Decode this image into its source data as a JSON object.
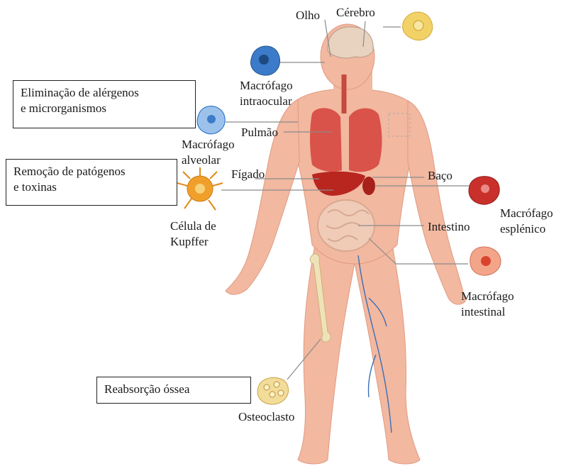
{
  "boxes": {
    "allergens": [
      "Eliminação de alérgenos",
      "e microrganismos"
    ],
    "pathogens": [
      "Remoção de patógenos",
      "e toxinas"
    ],
    "bone": "Reabsorção óssea"
  },
  "labels": {
    "olho": "Olho",
    "cerebro": "Cérebro",
    "macrofago_intraocular": [
      "Macrófago",
      "intraocular"
    ],
    "pulmao": "Pulmão",
    "macrofago_alveolar": [
      "Macrófago",
      "alveolar"
    ],
    "figado": "Fígado",
    "baco": "Baço",
    "celula_kupffer": [
      "Célula de",
      "Kupffer"
    ],
    "macrofago_esplenico": [
      "Macrófago",
      "esplénico"
    ],
    "intestino": "Intestino",
    "macrofago_intestinal": [
      "Macrófago",
      "intestinal"
    ],
    "osteoclasto": "Osteoclasto"
  },
  "colors": {
    "skin": "#f2b8a0",
    "skin_shadow": "#e39e86",
    "organ": "#d9534a",
    "liver": "#b8261f",
    "leader_line": "#8a8a8a",
    "cell_blue": "#3b7bc9",
    "cell_yellow": "#f2d267",
    "cell_orange": "#f0a02a",
    "cell_red": "#c9302c",
    "cell_peach": "#f3a58a"
  }
}
